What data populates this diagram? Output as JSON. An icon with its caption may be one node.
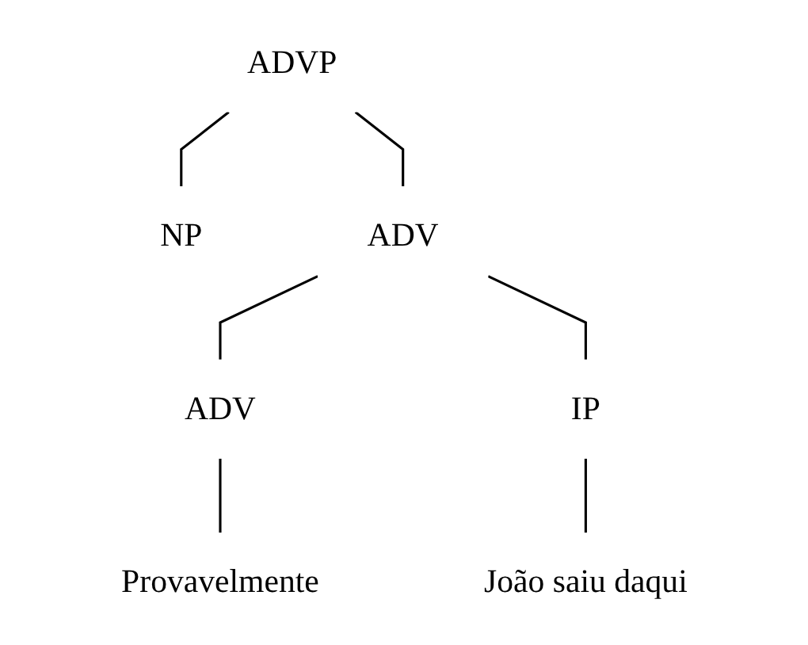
{
  "diagram": {
    "nodes": [
      {
        "text": [
          "ADVP"
        ]
      },
      {
        "text": [
          "NP"
        ]
      },
      {
        "text": [
          "ADV"
        ]
      },
      {
        "text": [
          "ADV"
        ]
      },
      {
        "text": [
          "IP"
        ]
      },
      {
        "text": [
          "Provavelmente"
        ]
      },
      {
        "text": [
          "João saiu daqui"
        ]
      }
    ],
    "edges": [
      {
        "from": 0,
        "to": 1,
        "arrow": "none"
      },
      {
        "from": 0,
        "to": 2,
        "arrow": "none"
      },
      {
        "from": 2,
        "to": 3,
        "arrow": "none"
      },
      {
        "from": 2,
        "to": 4,
        "arrow": "none"
      },
      {
        "from": 3,
        "to": 5,
        "arrow": "none"
      },
      {
        "from": 4,
        "to": 6,
        "arrow": "none"
      }
    ]
  }
}
